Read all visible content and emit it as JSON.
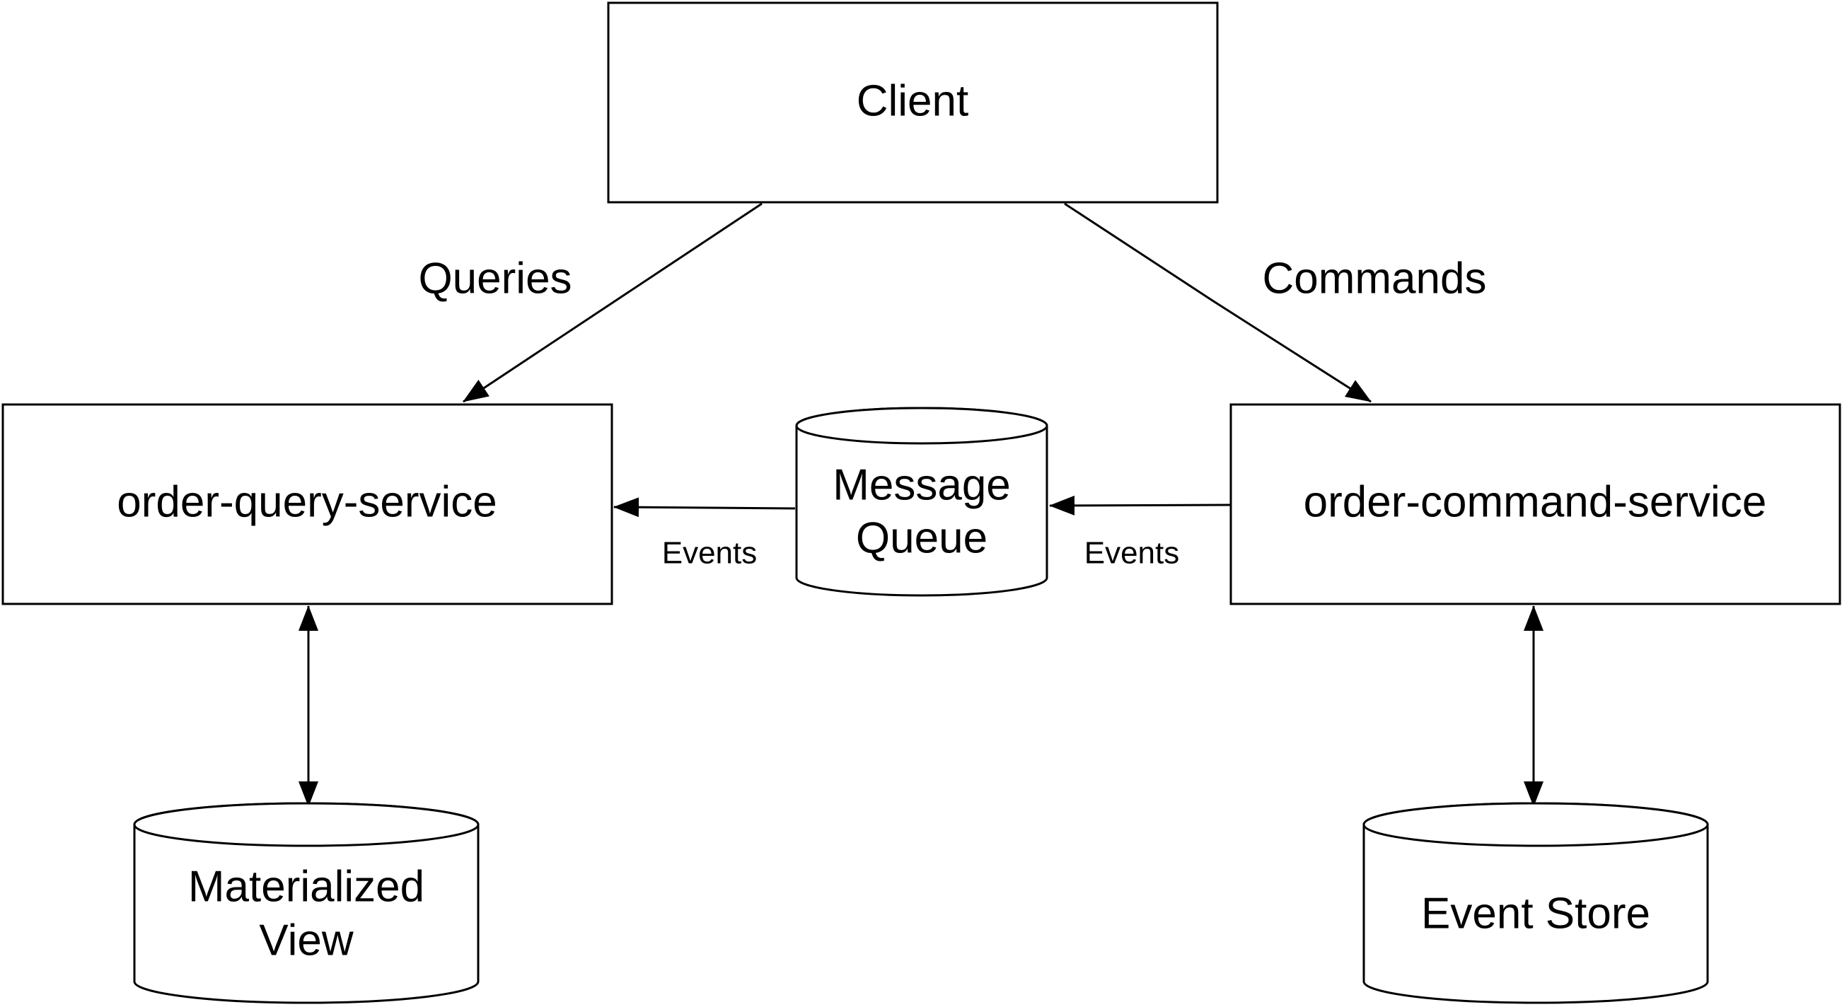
{
  "nodes": {
    "client": {
      "label": "Client"
    },
    "query_service": {
      "label": "order-query-service"
    },
    "command_service": {
      "label": "order-command-service"
    },
    "message_queue": {
      "line1": "Message",
      "line2": "Queue"
    },
    "materialized_view": {
      "line1": "Materialized",
      "line2": "View"
    },
    "event_store": {
      "label": "Event Store"
    }
  },
  "edges": {
    "queries": {
      "label": "Queries"
    },
    "commands": {
      "label": "Commands"
    },
    "events_to_query": {
      "label": "Events"
    },
    "events_from_command": {
      "label": "Events"
    }
  },
  "colors": {
    "stroke": "#000000",
    "background": "#ffffff"
  }
}
